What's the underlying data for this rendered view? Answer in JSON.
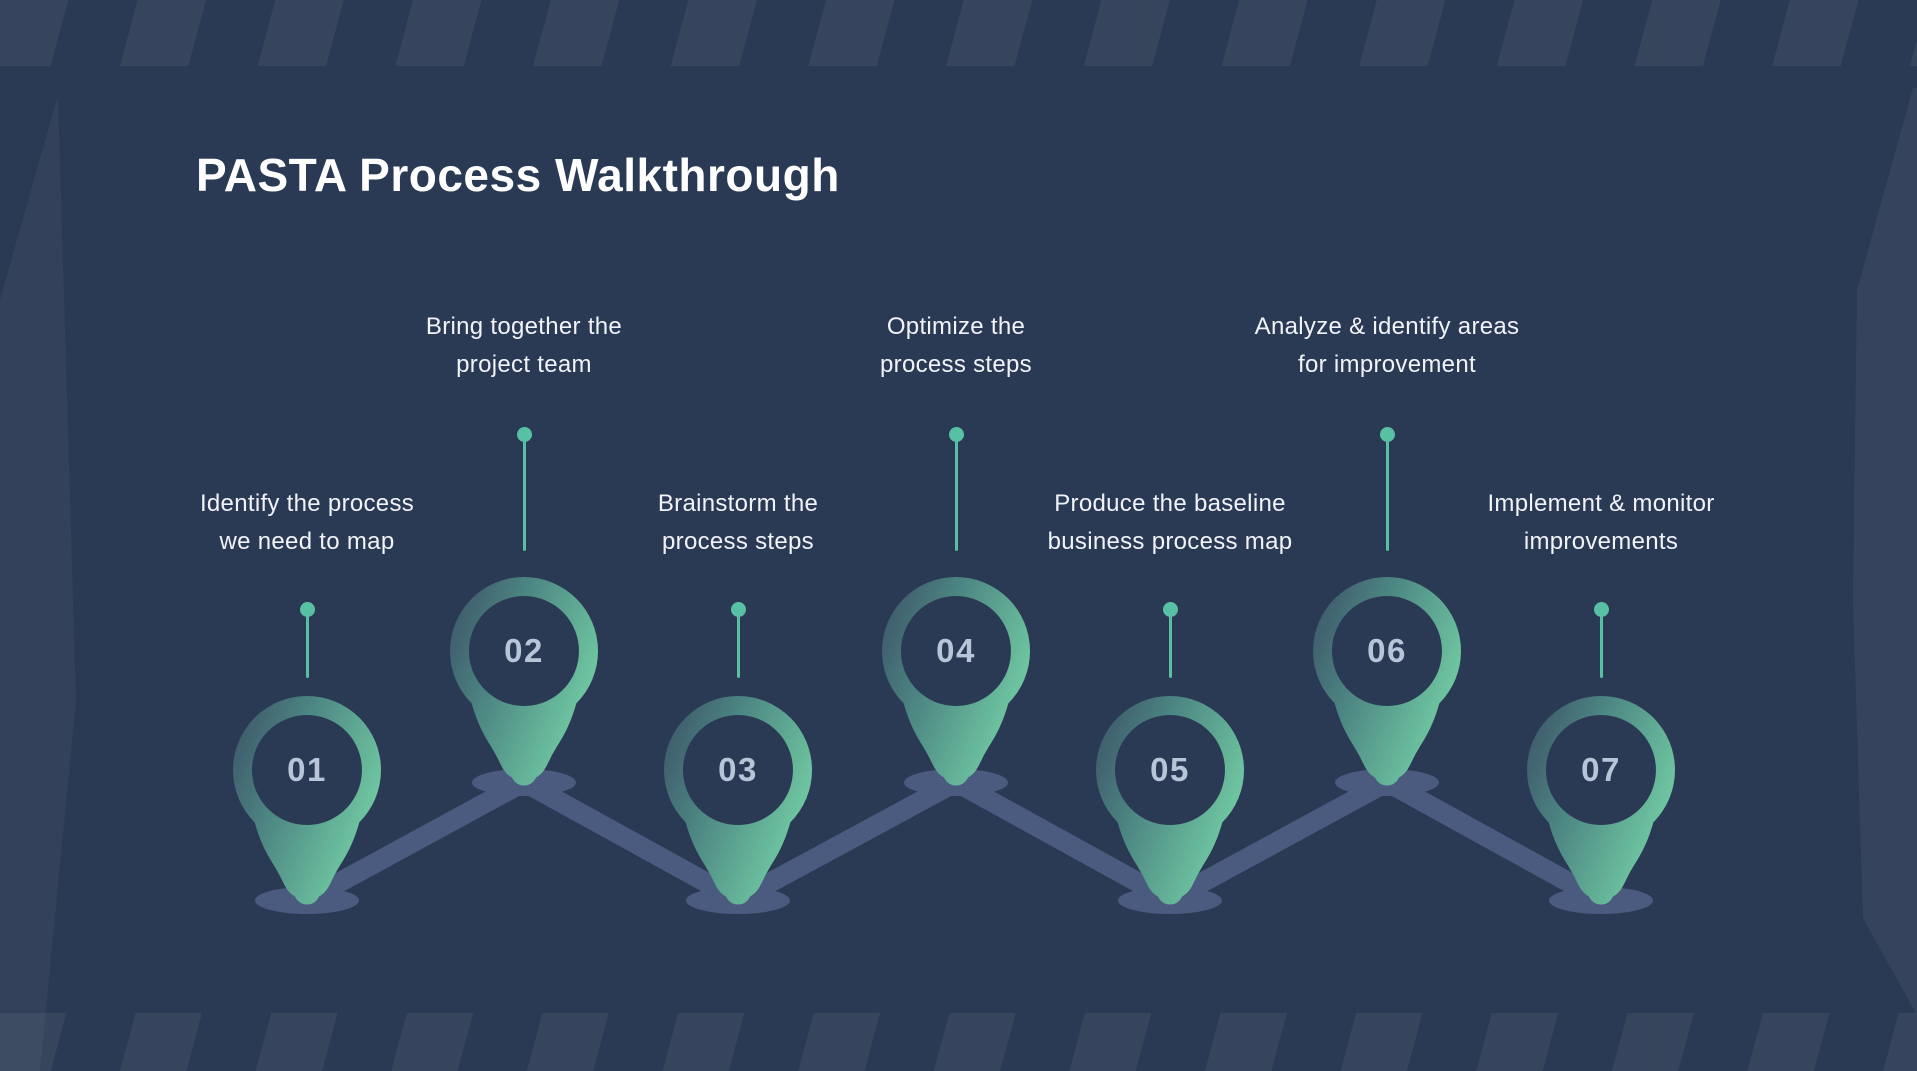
{
  "title": "PASTA Process Walkthrough",
  "colors": {
    "background": "#2b3a54",
    "accent_teal": "#58c0a3",
    "pin_gradient_dark": "#3b5065",
    "pin_gradient_mid": "#4c8582",
    "pin_gradient_light": "#72cca4",
    "connector_slate": "#4b5b7f",
    "number_text": "#b8c4d8",
    "label_text": "#f0f3f8",
    "title_text": "#ffffff"
  },
  "steps": [
    {
      "number": "01",
      "label_line1": "Identify the process",
      "label_line2": "we need to map",
      "position": "low"
    },
    {
      "number": "02",
      "label_line1": "Bring together the",
      "label_line2": "project team",
      "position": "high"
    },
    {
      "number": "03",
      "label_line1": "Brainstorm the",
      "label_line2": "process steps",
      "position": "low"
    },
    {
      "number": "04",
      "label_line1": "Optimize the",
      "label_line2": "process steps",
      "position": "high"
    },
    {
      "number": "05",
      "label_line1": "Produce the baseline",
      "label_line2": "business process map",
      "position": "low"
    },
    {
      "number": "06",
      "label_line1": "Analyze & identify areas",
      "label_line2": "for improvement",
      "position": "high"
    },
    {
      "number": "07",
      "label_line1": "Implement & monitor",
      "label_line2": "improvements",
      "position": "low"
    }
  ]
}
